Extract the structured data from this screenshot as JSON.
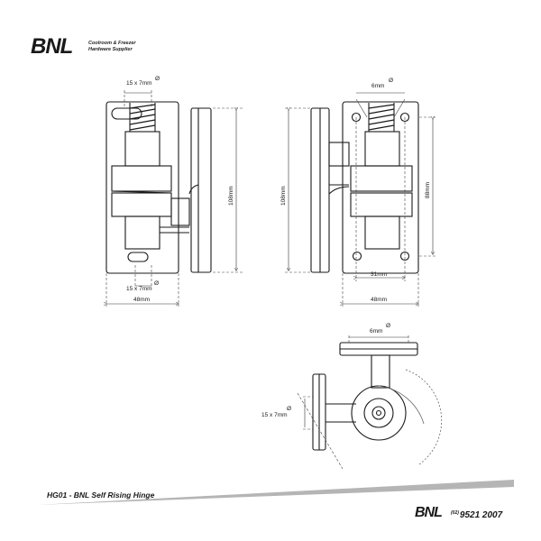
{
  "brand": {
    "logo_text": "BNL",
    "tagline_line1": "Coolroom & Freezer",
    "tagline_line2": "Hardware Supplier"
  },
  "front_view": {
    "slot_top": "15 x 7mm",
    "slot_bottom": "15 x 7mm",
    "width": "48mm",
    "height_side": "108mm"
  },
  "back_view": {
    "hole": "6mm",
    "height_side": "108mm",
    "height_inner": "88mm",
    "hole_spacing": "31mm",
    "width": "48mm"
  },
  "top_view": {
    "hole": "6mm",
    "slot": "15 x 7mm"
  },
  "diameter_symbol": "Ø",
  "footer": {
    "title": "HG01 - BNL Self Rising Hinge",
    "logo_text": "BNL",
    "phone_area": "(02)",
    "phone_number": "9521 2007"
  }
}
